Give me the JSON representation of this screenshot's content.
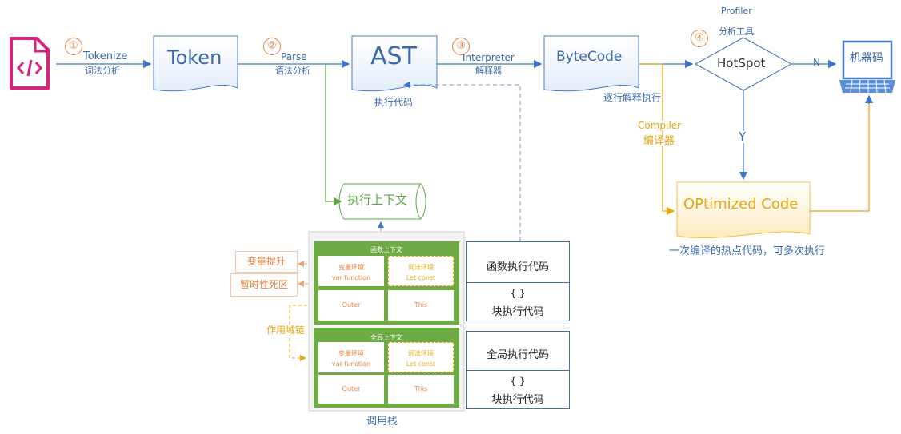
{
  "steps": {
    "s1": "①",
    "s2": "②",
    "s3": "③",
    "s4": "④"
  },
  "labels": {
    "tokenize_en": "Tokenize",
    "tokenize_cn": "词法分析",
    "parse_en": "Parse",
    "parse_cn": "语法分析",
    "interpreter_en": "Interpreter",
    "interpreter_cn": "解释器",
    "profiler_en": "Profiler",
    "profiler_cn": "分析工具",
    "n": "N",
    "y": "Y",
    "compiler_en": "Compiler",
    "compiler_cn": "编译器",
    "exec_code": "执行代码",
    "interpret_exec": "逐行解释执行",
    "optimized_note": "一次编译的热点代码，可多次执行",
    "call_stack": "调用栈",
    "scope_chain": "作用域链"
  },
  "nodes": {
    "token": "Token",
    "ast": "AST",
    "bytecode": "ByteCode",
    "hotspot": "HotSpot",
    "machine": "机器码",
    "optimized": "OPtimized Code",
    "exec_context": "执行上下文"
  },
  "hoisting": {
    "var_hoist": "变量提升",
    "tdz": "暂时性死区"
  },
  "contexts": [
    {
      "title": "函数上下文",
      "var_env_1": "变量环境",
      "var_env_2": "var  function",
      "lex_env_1": "词法环境",
      "lex_env_2": "Let  const",
      "outer": "Outer",
      "this": "This"
    },
    {
      "title": "全局上下文",
      "var_env_1": "变量环境",
      "var_env_2": "var  function",
      "lex_env_1": "词法环境",
      "lex_env_2": "Let  const",
      "outer": "Outer",
      "this": "This"
    }
  ],
  "exec_panels": [
    {
      "top": "函数执行代码",
      "braces": "{ }",
      "bottom": "块执行代码"
    },
    {
      "top": "全局执行代码",
      "braces": "{ }",
      "bottom": "块执行代码"
    }
  ],
  "colors": {
    "blue": "#3c78c8",
    "orange": "#e8823f",
    "gold": "#e5a712",
    "green": "#5fa645",
    "magenta": "#d6247f"
  },
  "icons": {
    "file": "code-file-icon",
    "machine": "computer-icon"
  }
}
